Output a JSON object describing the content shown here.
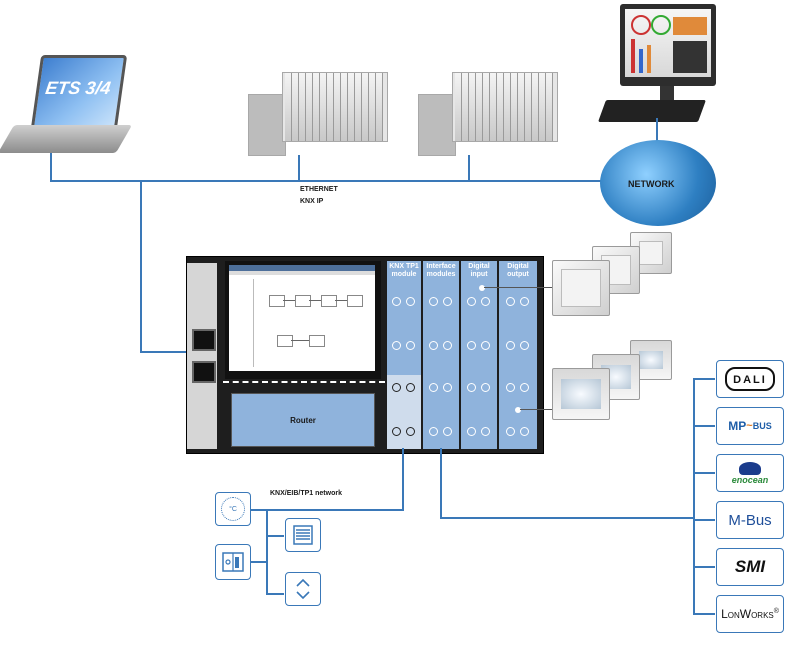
{
  "ets_label": "ETS 3/4",
  "ethernet_label": "ETHERNET",
  "knx_ip_label": "KNX IP",
  "network_label": "NETWORK",
  "router_label": "Router",
  "knx_network_label": "KNX/EIB/TP1 network",
  "columns": {
    "knx_tp1": "KNX TP1 module",
    "interface": "Interface modules",
    "digital_input": "Digital input",
    "digital_output": "Digital output"
  },
  "logos": {
    "dali": "DALI",
    "mpbus": "MP",
    "mpbus_suffix": "BUS",
    "enocean": "enocean",
    "mbus": "M-Bus",
    "smi": "SMI",
    "lonworks": "LonWorks"
  },
  "icons": {
    "thermostat": "thermostat-icon",
    "room_sensor": "room-sensor-icon",
    "blind_panel": "blind-panel-icon",
    "updown_button": "up-down-button-icon"
  },
  "colors": {
    "wire": "#3a78b8",
    "module_blue": "#8fb3dc",
    "device_black": "#1e1e1e"
  }
}
